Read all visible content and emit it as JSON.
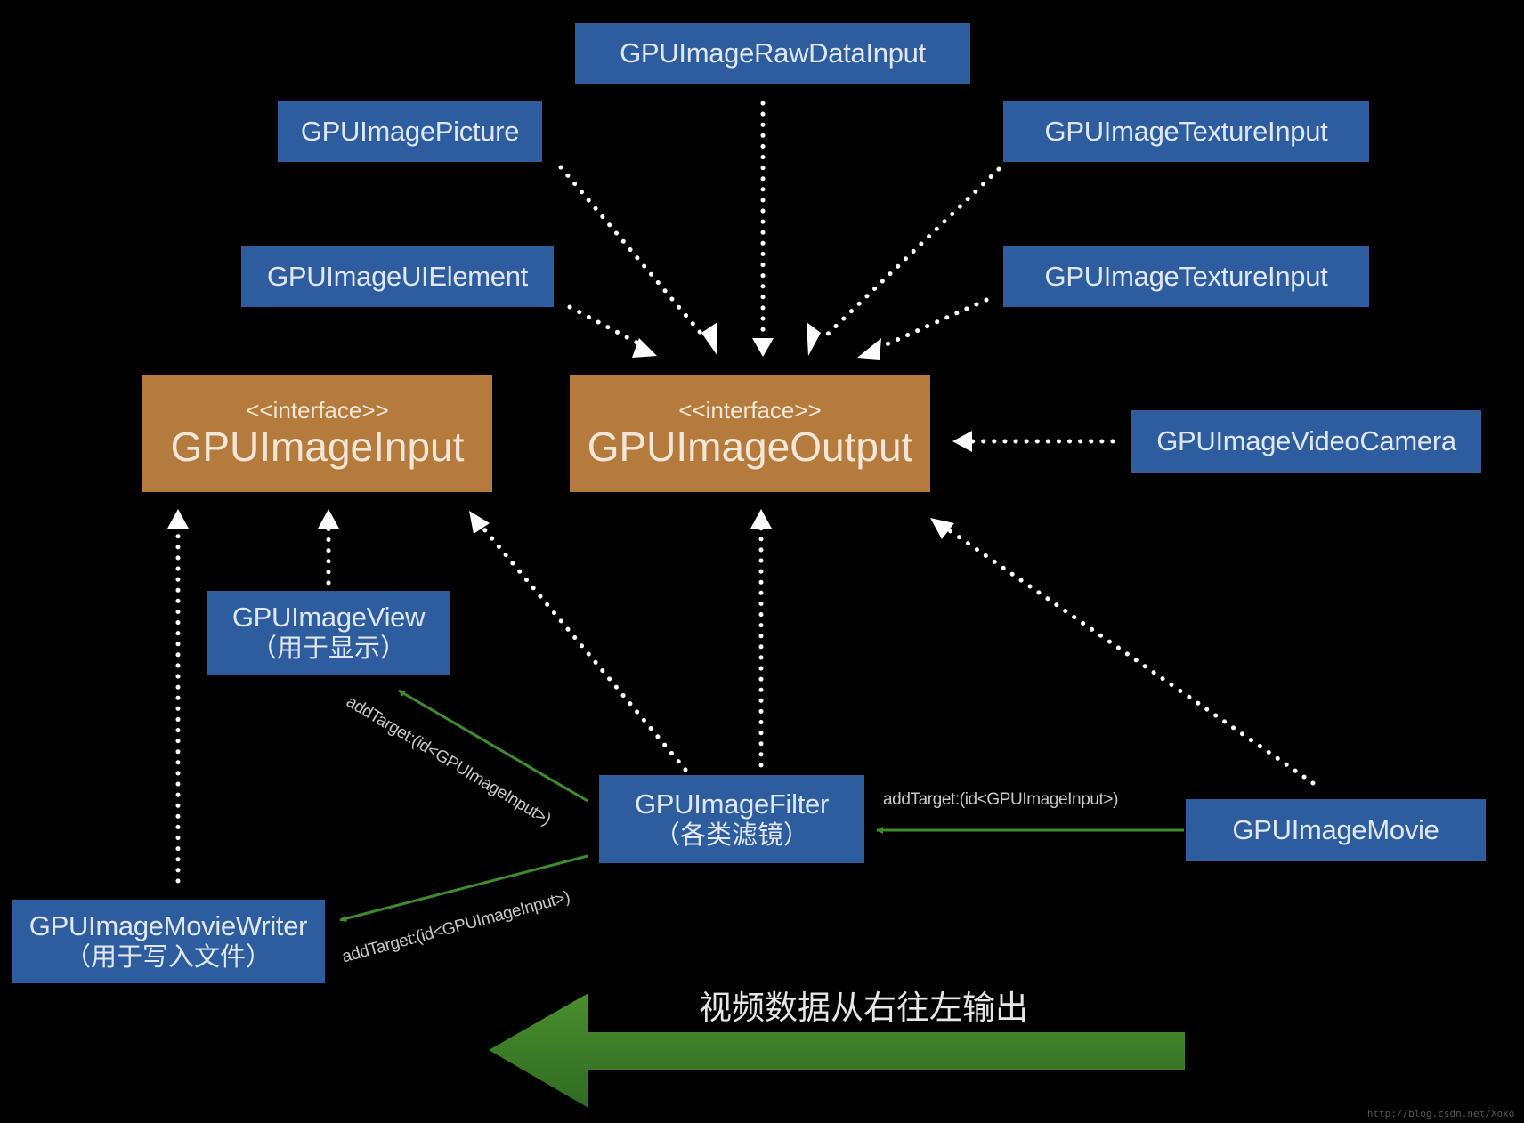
{
  "colors": {
    "class_box": "#2d5d9e",
    "interface_box": "#b57b3c",
    "call_arrow": "#3f8c2e",
    "flow_arrow": "#3d7a2a",
    "background": "#000000"
  },
  "interfaces": {
    "input": {
      "stereotype": "<<interface>>",
      "name": "GPUImageInput"
    },
    "output": {
      "stereotype": "<<interface>>",
      "name": "GPUImageOutput"
    }
  },
  "sources": {
    "raw_data_input": "GPUImageRawDataInput",
    "picture": "GPUImagePicture",
    "texture_input_1": "GPUImageTextureInput",
    "ui_element": "GPUImageUIElement",
    "texture_input_2": "GPUImageTextureInput",
    "video_camera": "GPUImageVideoCamera",
    "movie": "GPUImageMovie"
  },
  "filter": {
    "name": "GPUImageFilter",
    "subtitle": "（各类滤镜）"
  },
  "targets": {
    "view": {
      "name": "GPUImageView",
      "subtitle": "（用于显示）"
    },
    "movie_writer": {
      "name": "GPUImageMovieWriter",
      "subtitle": "（用于写入文件）"
    }
  },
  "edge_labels": {
    "movie_to_filter": "addTarget:(id<GPUImageInput>)",
    "filter_to_view": "addTarget:(id<GPUImageInput>)",
    "filter_to_writer": "addTarget:(id<GPUImageInput>)"
  },
  "flow_caption": "视频数据从右往左输出",
  "watermark": "http://blog.csdn.net/Xoxo_"
}
